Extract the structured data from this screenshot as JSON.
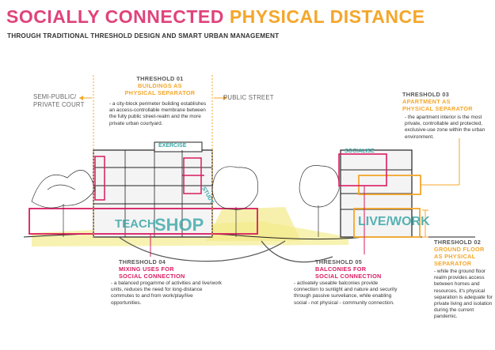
{
  "header": {
    "title_part1": "SOCIALLY CONNECTED",
    "title_part2": "PHYSICAL DISTANCE",
    "subtitle": "THROUGH TRADITIONAL THRESHOLD DESIGN AND SMART URBAN MANAGEMENT"
  },
  "labels": {
    "semi_public_line1": "SEMI-PUBLIC/",
    "semi_public_line2": "PRIVATE COURT",
    "public_street": "PUBLIC STREET"
  },
  "thresholds": {
    "t01": {
      "number": "THRESHOLD 01",
      "name_line1": "BUILDINGS AS",
      "name_line2": "PHYSICAL SEPARATOR",
      "description": "- a city-block perimeter building establishes an access-controllable membrane between the fully public street-realm and the more private urban courtyard."
    },
    "t03": {
      "number": "THRESHOLD 03",
      "name_line1": "APARTMENT AS",
      "name_line2": "PHYSICAL SEPARATOR",
      "description": "- the apartment interior is the most private, controllable and protected, exclusive-use zone within the urban environment."
    },
    "t04": {
      "number": "THRESHOLD 04",
      "name_line1": "MIXING USES FOR",
      "name_line2": "SOCIAL CONNECTION",
      "description": "- a balanced progamme of activities and live/work units, reduces the need for long-distance commutes to and from work/play/live opportunities."
    },
    "t05": {
      "number": "THRESHOLD 05",
      "name_line1": "BALCONIES FOR",
      "name_line2": "SOCIAL CONNECTION",
      "description": "- activately useable balconies provide connection to sunlight and nature and security through passive surveliance, while enabling social - not physical - community connection."
    },
    "t02": {
      "number": "THRESHOLD 02",
      "name_line1": "GROUND FLOOR",
      "name_line2": "AS PHYSICAL",
      "name_line3": "SEPARATOR",
      "description": "- while the ground floor realm provides access between homes and resources, it's physical separation is adequate for private living and isolation during the current pandemic."
    }
  },
  "sketch_text": {
    "teach": "TEACH",
    "shop": "SHOP",
    "exercise": "EXERCISE",
    "socialise": "SOCIALISE",
    "study": "STUDY",
    "live_work": "LIVE/WORK"
  },
  "colors": {
    "pink": "#e0437a",
    "magenta": "#d81b60",
    "orange": "#f4a62a",
    "yellow": "#f3e98a",
    "teal": "#3aa6a8"
  }
}
